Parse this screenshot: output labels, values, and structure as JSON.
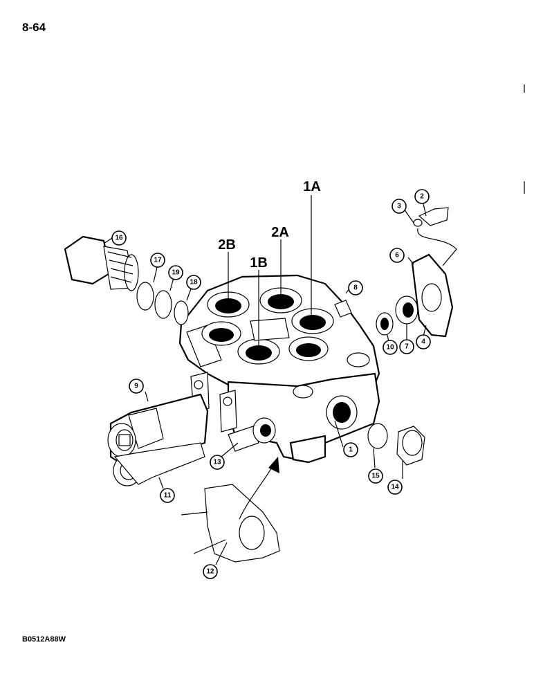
{
  "page_number": "8-64",
  "figure_code": "B0512A88W",
  "port_labels": {
    "p1A": "1A",
    "p2A": "2A",
    "p2B": "2B",
    "p1B": "1B"
  },
  "callouts": {
    "c1": "1",
    "c2": "2",
    "c3": "3",
    "c4": "4",
    "c6": "6",
    "c7": "7",
    "c8": "8",
    "c9": "9",
    "c10": "10",
    "c11": "11",
    "c12": "12",
    "c13": "13",
    "c14": "14",
    "c15": "15",
    "c16": "16",
    "c17": "17",
    "c18": "18",
    "c19": "19"
  }
}
